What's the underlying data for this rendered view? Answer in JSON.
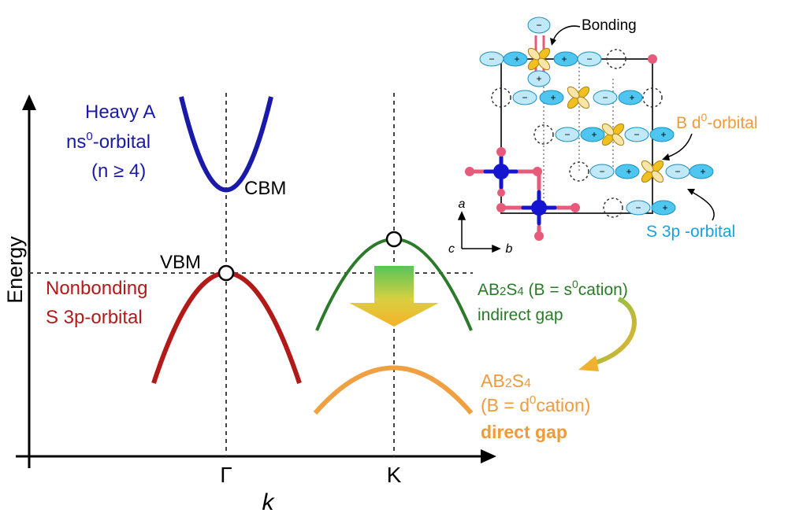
{
  "axes": {
    "y_label": "Energy",
    "x_label": "k",
    "x_ticks": [
      "Γ",
      "K"
    ]
  },
  "labels": {
    "heavy_a_line1": "Heavy A",
    "heavy_a_line2_base": "ns",
    "heavy_a_line2_sup": "0",
    "heavy_a_line2_rest": "-orbital",
    "heavy_a_line3": "(n ≥ 4)",
    "cbm": "CBM",
    "vbm": "VBM",
    "nonbonding_line1": "Nonbonding",
    "nonbonding_line2": "S 3p-orbital",
    "s0_line1_formula_a": "AB",
    "s0_line1_sub2": "2",
    "s0_line1_formula_s": "S",
    "s0_line1_sub4": "4",
    "s0_line1_rest": " (B = s",
    "s0_line1_sup": "0",
    "s0_line1_end": "cation)",
    "s0_line2": "indirect gap",
    "d0_line1_formula_a": "AB",
    "d0_line1_sub2": "2",
    "d0_line1_formula_s": "S",
    "d0_line1_sub4": "4",
    "d0_line2_start": "(B = d",
    "d0_line2_sup": "0",
    "d0_line2_end": "cation)",
    "d0_line3": "direct gap"
  },
  "inset": {
    "bonding": "Bonding",
    "b_orbital_base": "B d",
    "b_orbital_sup": "0",
    "b_orbital_rest": "-orbital",
    "s_orbital": "S 3p -orbital",
    "axis_a": "a",
    "axis_b": "b",
    "axis_c": "c",
    "plus": "+",
    "minus": "−"
  },
  "colors": {
    "blue_band": "#1a1aa8",
    "red_band": "#b21a1a",
    "green_band": "#2a7a2a",
    "orange_band": "#f0a040",
    "orange_text": "#f09a3a",
    "cyan_text": "#1aa0e0",
    "orbital_cyan": "#4ec6ef",
    "d_orbital": "#f0c020",
    "atom_blue": "#1515d0",
    "atom_pink": "#e85a7a"
  }
}
